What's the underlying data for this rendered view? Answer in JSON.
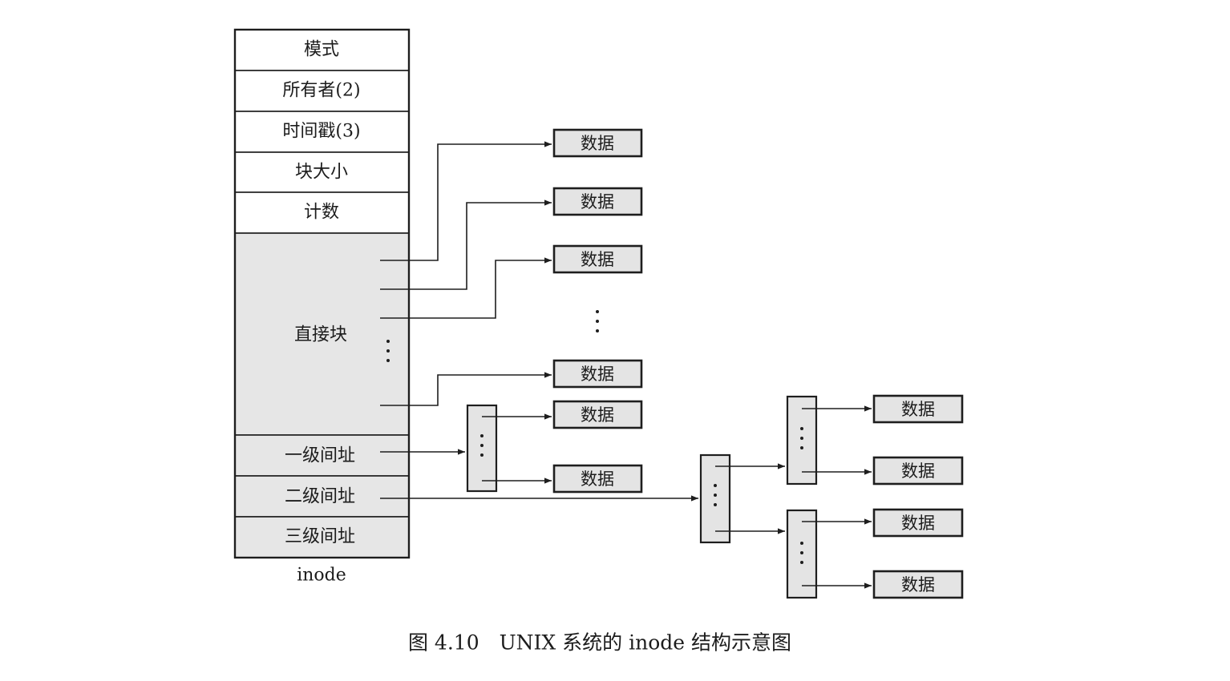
{
  "inode": {
    "fields": [
      "模式",
      "所有者(2)",
      "时间戳(3)",
      "块大小",
      "计数"
    ],
    "direct_label": "直接块",
    "single_indirect_label": "一级间址",
    "double_indirect_label": "二级间址",
    "triple_indirect_label": "三级间址",
    "caption_label": "inode"
  },
  "data_block_label": "数据",
  "figure_caption": "图 4.10　UNIX 系统的 inode 结构示意图",
  "colors": {
    "line": "#1e1e1e",
    "shaded_fill": "#e6e6e6",
    "data_fill": "#e4e4e4",
    "background": "#ffffff"
  }
}
